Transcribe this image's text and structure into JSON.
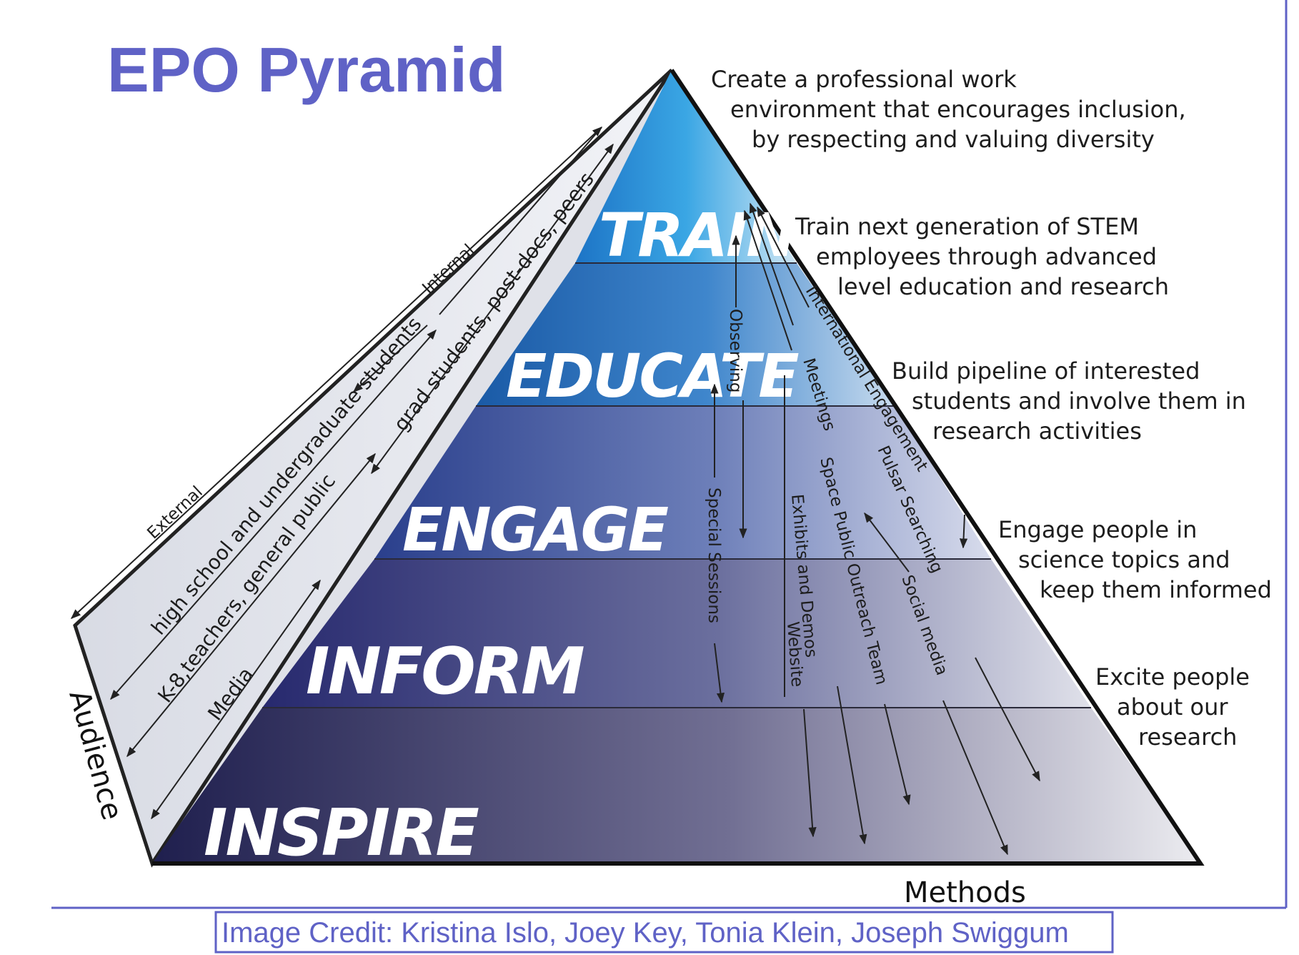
{
  "title": "EPO Pyramid",
  "levels": [
    {
      "label": "TRAIN",
      "goal": [
        "Create a professional work",
        "environment that encourages inclusion,",
        "by respecting and valuing diversity"
      ]
    },
    {
      "label": "EDUCATE",
      "goal": [
        "Train next generation of STEM",
        "employees through advanced",
        "level education and research"
      ]
    },
    {
      "label": "ENGAGE",
      "goal": [
        "Build pipeline of interested",
        "students and involve them in",
        "research activities"
      ]
    },
    {
      "label": "INFORM",
      "goal": [
        "Engage people in",
        "science topics and",
        "keep them informed"
      ]
    },
    {
      "label": "INSPIRE",
      "goal": [
        "Excite people",
        "about our",
        "research"
      ]
    }
  ],
  "audience": {
    "axis_label": "Audience",
    "external_label": "External",
    "internal_label": "Internal",
    "groups": [
      "high school and undergraduate students",
      "grad students, post-docs, peers",
      "K-8,teachers, general public",
      "Media"
    ]
  },
  "methods": {
    "axis_label": "Methods",
    "items": [
      "Observing",
      "Special Sessions",
      "Meetings",
      "International Engagement",
      "Exhibits and Demos",
      "Space Public Outreach Team",
      "Pulsar Searching",
      "Website",
      "Social media"
    ]
  },
  "credit": "Image Credit: Kristina Islo, Joey Key, Tonia Klein, Joseph Swiggum",
  "colors": {
    "accent": "#5f62c6",
    "tier_train": "#3a9fdc",
    "tier_inspire": "#252458",
    "face_light": "#e6e8ef"
  }
}
